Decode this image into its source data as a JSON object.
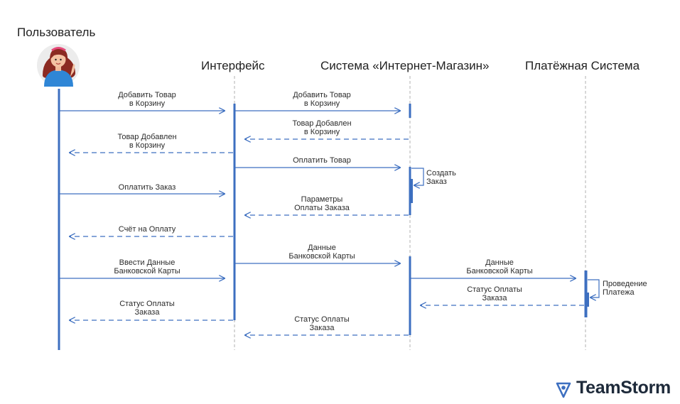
{
  "participants": {
    "user": "Пользователь",
    "interface": "Интерфейс",
    "shop": "Система «Интернет-Магазин»",
    "payment": "Платёжная Система"
  },
  "messages": {
    "m1_line1": "Добавить Товар",
    "m1_line2": "в Корзину",
    "m2_line1": "Добавить Товар",
    "m2_line2": "в Корзину",
    "m3_line1": "Товар Добавлен",
    "m3_line2": "в Корзину",
    "m4_line1": "Товар Добавлен",
    "m4_line2": "в Корзину",
    "m5": "Оплатить Товар",
    "self1_line1": "Создать",
    "self1_line2": "Заказ",
    "m6": "Оплатить Заказ",
    "m7_line1": "Параметры",
    "m7_line2": "Оплаты Заказа",
    "m8": "Счёт на Оплату",
    "m9_line1": "Данные",
    "m9_line2": "Банковской Карты",
    "m10_line1": "Ввести Данные",
    "m10_line2": "Банковской Карты",
    "m11_line1": "Данные",
    "m11_line2": "Банковской Карты",
    "self2_line1": "Проведение",
    "self2_line2": "Платежа",
    "m12_line1": "Статус Оплаты",
    "m12_line2": "Заказа",
    "m13_line1": "Статус Оплаты",
    "m13_line2": "Заказа",
    "m14_line1": "Статус Оплаты",
    "m14_line2": "Заказа"
  },
  "logo": {
    "text": "TeamStorm"
  },
  "colors": {
    "accent": "#3d6fc0",
    "lifeline": "#b0b0b0"
  }
}
